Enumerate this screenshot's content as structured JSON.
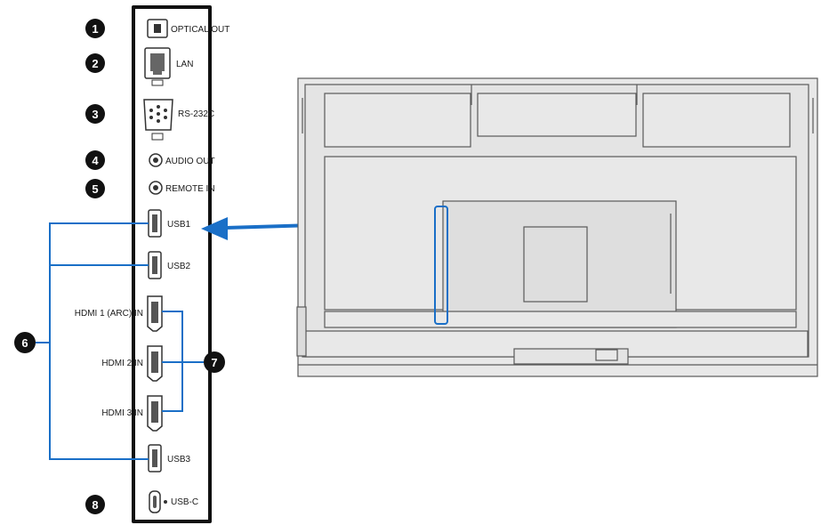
{
  "ports": [
    {
      "number": "1",
      "label": "OPTICAL OUT"
    },
    {
      "number": "2",
      "label": "LAN"
    },
    {
      "number": "3",
      "label": "RS-232C"
    },
    {
      "number": "4",
      "label": "AUDIO OUT"
    },
    {
      "number": "5",
      "label": "REMOTE IN"
    },
    {
      "number": "",
      "label": "USB1"
    },
    {
      "number": "",
      "label": "USB2"
    },
    {
      "number": "",
      "label": "HDMI 1 (ARC) IN"
    },
    {
      "number": "",
      "label": "HDMI 2 IN"
    },
    {
      "number": "",
      "label": "HDMI 3 IN"
    },
    {
      "number": "",
      "label": "USB3"
    },
    {
      "number": "8",
      "label": "USB-C"
    }
  ],
  "group_badges": {
    "usb_group": "6",
    "hdmi_group": "7"
  },
  "colors": {
    "accent_blue": "#1a6fc7",
    "badge": "#111111",
    "panel_fill": "#e8e8e8",
    "panel_line": "#5a5a5a"
  }
}
